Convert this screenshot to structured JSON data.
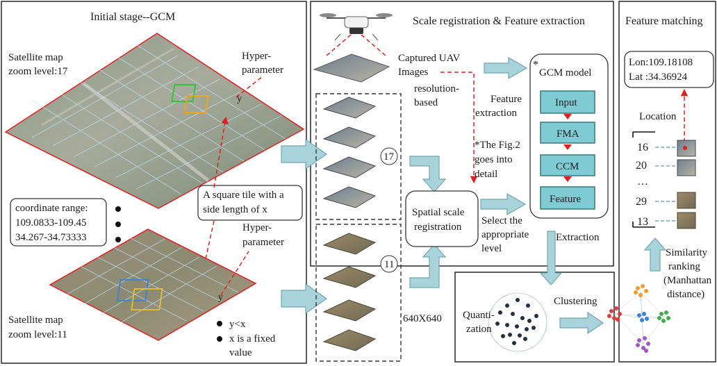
{
  "panels": {
    "initial_title": "Initial stage--GCM",
    "scale_title": "Scale registration & Feature extraction",
    "matching_title": "Feature matching"
  },
  "initial": {
    "map17_label_line1": "Satellite map",
    "map17_label_line2": "zoom level:17",
    "map11_label_line1": "Satellite map",
    "map11_label_line2": "zoom level:11",
    "hyper_top_line1": "Hyper-",
    "hyper_top_line2": "parameter",
    "hyper_bottom_line1": "Hyper-",
    "hyper_bottom_line2": "parameter",
    "y_label_top": "y",
    "y_label_bottom": "y",
    "tile_note_line1": "A square tile with a",
    "tile_note_line2": "side length of x",
    "coord_line1": "coordinate range:",
    "coord_line2": "109.0833-109.45",
    "coord_line3": "34.267-34.73333",
    "cond_line1": "y<x",
    "cond_line2": "x is a fixed",
    "cond_line3": "value"
  },
  "scale": {
    "captured_line1": "Captured UAV",
    "captured_line2": "Images",
    "resolution_line1": "resolution-",
    "resolution_line2": "based",
    "feature_extraction_line1": "Feature",
    "feature_extraction_line2": "extraction",
    "fig_note_line1": "*The Fig.2",
    "fig_note_line2": "goes into",
    "fig_note_line3": "detail",
    "level17": "17",
    "level11": "11",
    "spatial_line1": "Spatial scale",
    "spatial_line2": "registration",
    "select_line1": "Select the",
    "select_line2": "appropriate",
    "select_line3": "level",
    "size_label": "640X640",
    "gcm_star": "*",
    "gcm_title": "GCM model",
    "gcm_input": "Input",
    "gcm_fma": "FMA",
    "gcm_ccm": "CCM",
    "gcm_feature": "Feature",
    "extraction": "Extraction"
  },
  "bottom": {
    "quant_line1": "Quanti-",
    "quant_line2": "zation",
    "clustering": "Clustering"
  },
  "matching": {
    "lon": "Lon:109.18108",
    "lat": "Lat :34.36924",
    "location": "Location",
    "rank1": "16",
    "rank2": "20",
    "rank_ellipsis": "…",
    "rank3": "29",
    "rank4": "13",
    "similarity_line1": "Similarity",
    "similarity_line2": "ranking",
    "similarity_line3": "(Manhattan",
    "similarity_line4": "distance)"
  },
  "colors": {
    "accent_red": "#e02020",
    "teal_box": "#7fcbd3",
    "arrow_fill": "#a9d3db",
    "cluster_red": "#e23b3b",
    "cluster_orange": "#f39a2b",
    "cluster_blue": "#3b82d6",
    "cluster_green": "#3fae4a",
    "cluster_purple": "#9b59c9"
  }
}
